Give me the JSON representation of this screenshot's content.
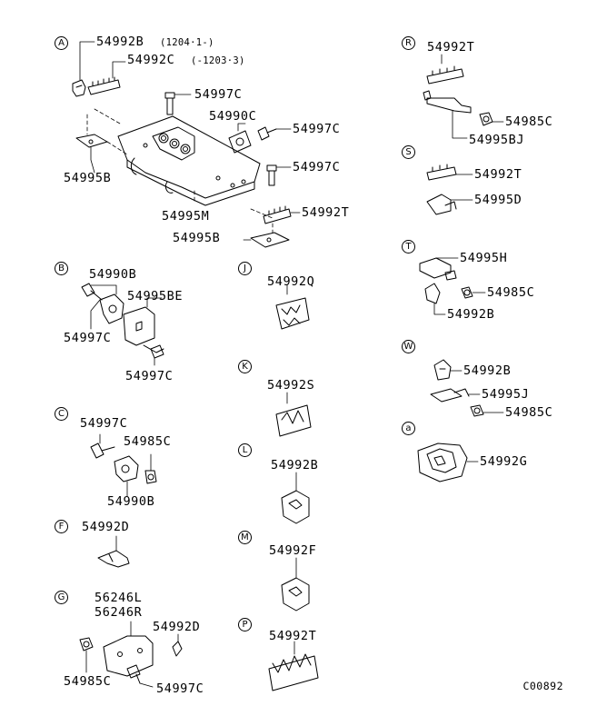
{
  "sections": {
    "A": {
      "marker": "A",
      "parts": {
        "p54992B": "54992B",
        "p54992B_note": "(1204·1-)",
        "p54992C": "54992C",
        "p54992C_note": "(-1203·3)",
        "p54997C_1": "54997C",
        "p54990C": "54990C",
        "p54997C_2": "54997C",
        "p54997C_3": "54997C",
        "p54995B_1": "54995B",
        "p54995M": "54995M",
        "p54992T": "54992T",
        "p54995B_2": "54995B"
      }
    },
    "B": {
      "marker": "B",
      "parts": {
        "p54990B": "54990B",
        "p54995BE": "54995BE",
        "p54997C_1": "54997C",
        "p54997C_2": "54997C"
      }
    },
    "C": {
      "marker": "C",
      "parts": {
        "p54997C": "54997C",
        "p54985C": "54985C",
        "p54990B": "54990B"
      }
    },
    "F": {
      "marker": "F",
      "parts": {
        "p54992D": "54992D"
      }
    },
    "G": {
      "marker": "G",
      "parts": {
        "p56246L": "56246L",
        "p56246R": "56246R",
        "p54992D": "54992D",
        "p54985C": "54985C",
        "p54997C": "54997C"
      }
    },
    "J": {
      "marker": "J",
      "parts": {
        "p54992Q": "54992Q"
      }
    },
    "K": {
      "marker": "K",
      "parts": {
        "p54992S": "54992S"
      }
    },
    "L": {
      "marker": "L",
      "parts": {
        "p54992B": "54992B"
      }
    },
    "M": {
      "marker": "M",
      "parts": {
        "p54992F": "54992F"
      }
    },
    "P": {
      "marker": "P",
      "parts": {
        "p54992T": "54992T"
      }
    },
    "R": {
      "marker": "R",
      "parts": {
        "p54992T": "54992T",
        "p54985C": "54985C",
        "p54995BJ": "54995BJ"
      }
    },
    "S": {
      "marker": "S",
      "parts": {
        "p54992T": "54992T",
        "p54995D": "54995D"
      }
    },
    "T": {
      "marker": "T",
      "parts": {
        "p54995H": "54995H",
        "p54985C": "54985C",
        "p54992B": "54992B"
      }
    },
    "W": {
      "marker": "W",
      "parts": {
        "p54992B": "54992B",
        "p54995J": "54995J",
        "p54985C": "54985C"
      }
    },
    "a": {
      "marker": "a",
      "parts": {
        "p54992G": "54992G"
      }
    }
  },
  "diagram_code": "C00892"
}
